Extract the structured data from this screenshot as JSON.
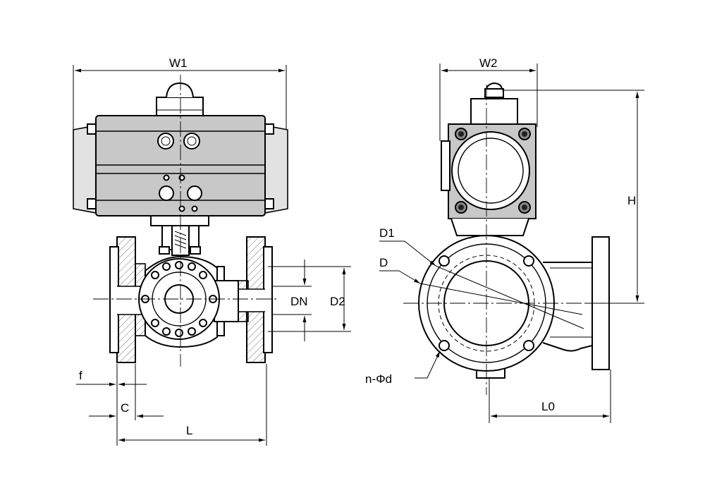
{
  "labels": {
    "w1": "W1",
    "w2": "W2",
    "h": "H",
    "dn": "DN",
    "d2": "D2",
    "d1": "D1",
    "d": "D",
    "n_phi_d": "n-Φd",
    "f": "f",
    "c": "C",
    "l": "L",
    "l0": "L0"
  }
}
